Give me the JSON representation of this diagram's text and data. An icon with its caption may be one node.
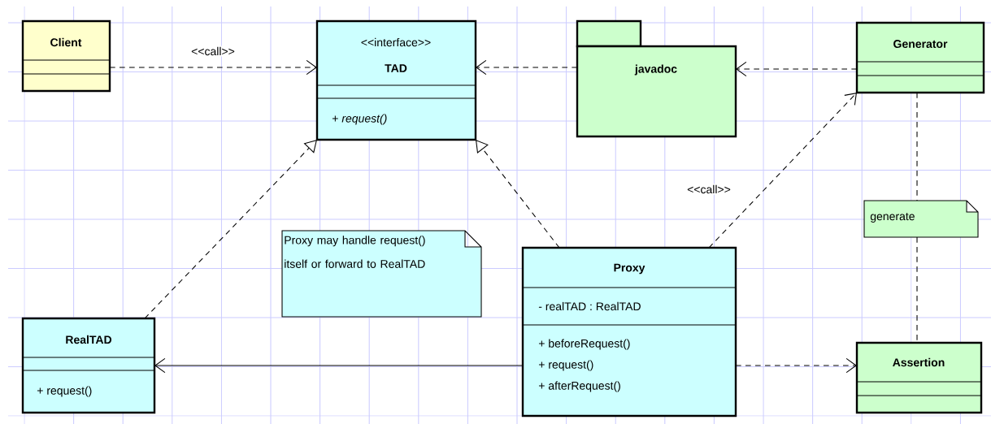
{
  "diagram": {
    "nodes": [
      {
        "text": [
          "Client"
        ]
      },
      {
        "text": [
          "<<interface>>",
          "TAD",
          "+ *request()*"
        ]
      },
      {
        "text": [
          "javadoc"
        ]
      },
      {
        "text": [
          "Generator"
        ]
      },
      {
        "text": [
          "Proxy may handle request() itself or forward to RealTAD"
        ]
      },
      {
        "text": [
          "RealTAD",
          "+ request()"
        ]
      },
      {
        "text": [
          "Proxy",
          "- realTAD : RealTAD",
          "+ beforeRequest()",
          "+ request()",
          "+ afterRequest()"
        ]
      },
      {
        "text": [
          "generate"
        ]
      },
      {
        "text": [
          "Assertion"
        ]
      }
    ],
    "edges": [
      {
        "from": 0,
        "to": 1,
        "arrow": "to",
        "style": "dashed",
        "label": "<<call>>"
      },
      {
        "from": 2,
        "to": 1,
        "arrow": "to",
        "style": "dashed"
      },
      {
        "from": 3,
        "to": 2,
        "arrow": "to",
        "style": "dashed"
      },
      {
        "from": 5,
        "to": 1,
        "arrow": "to",
        "style": "dashed"
      },
      {
        "from": 6,
        "to": 1,
        "arrow": "to",
        "style": "dashed"
      },
      {
        "from": 6,
        "to": 3,
        "arrow": "to",
        "style": "dashed",
        "label": "<<call>>"
      },
      {
        "from": 6,
        "to": 5,
        "arrow": "to"
      },
      {
        "from": 6,
        "to": 8,
        "arrow": "to",
        "style": "dashed"
      },
      {
        "from": 3,
        "to": 7,
        "arrow": "none",
        "style": "dashed"
      },
      {
        "from": 7,
        "to": 8,
        "arrow": "none",
        "style": "dashed"
      }
    ]
  }
}
